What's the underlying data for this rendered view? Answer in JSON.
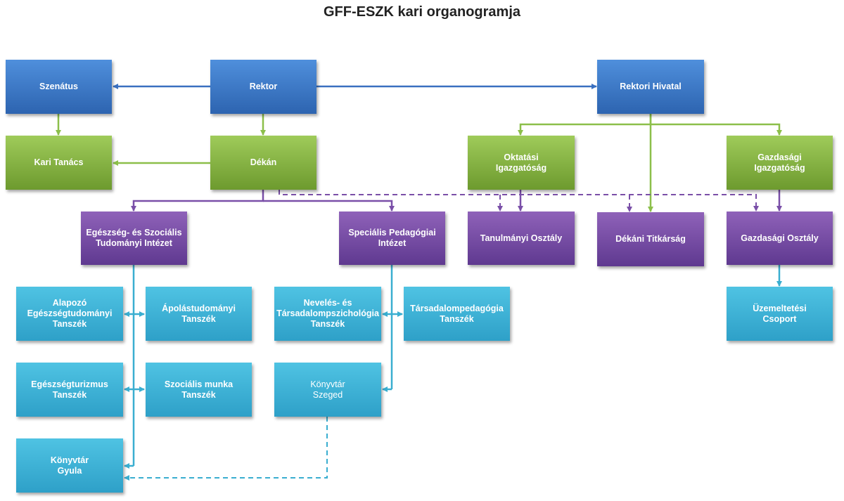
{
  "title": "GFF-ESZK kari organogramja",
  "colors": {
    "blue": "#3a78c7",
    "green": "#8cbf4a",
    "purple": "#7a4fa8",
    "cyan": "#3bb3d8",
    "blue_line": "#3a70c0",
    "green_line": "#8cbf4a",
    "purple_line": "#7a4fa8",
    "cyan_line": "#3aaed0"
  },
  "nodes": {
    "szenatus": "Szenátus",
    "rektor": "Rektor",
    "rektori_hivatal": "Rektori Hivatal",
    "kari_tanacs": "Kari Tanács",
    "dekan": "Dékán",
    "oktatasi_igazgatosag": "Oktatási\nIgazgatóság",
    "gazdasagi_igazgatosag": "Gazdasági\nIgazgatóság",
    "egeszseg_intezet": "Egészség- és Szociális\nTudományi Intézet",
    "specialis_intezet": "Speciális Pedagógiai\nIntézet",
    "tanulmanyi_osztaly": "Tanulmányi Osztály",
    "dekani_titkarsag": "Dékáni Titkárság",
    "gazdasagi_osztaly": "Gazdasági Osztály",
    "alapozo_tanszek": "Alapozó\nEgészségtudományi\nTanszék",
    "apolas_tanszek": "Ápolástudományi\nTanszék",
    "neveles_tanszek": "Nevelés- és\nTársadalompszichológia\nTanszék",
    "tarsadalompedagogia_tanszek": "Társadalompedagógia\nTanszék",
    "uzemeltetesi_csoport": "Üzemeltetési\nCsoport",
    "turizmus_tanszek": "Egészségturizmus\nTanszék",
    "szocialis_tanszek": "Szociális munka\nTanszék",
    "konyvtar_szeged": "Könyvtár\nSzeged",
    "konyvtar_gyula": "Könyvtár\nGyula"
  }
}
